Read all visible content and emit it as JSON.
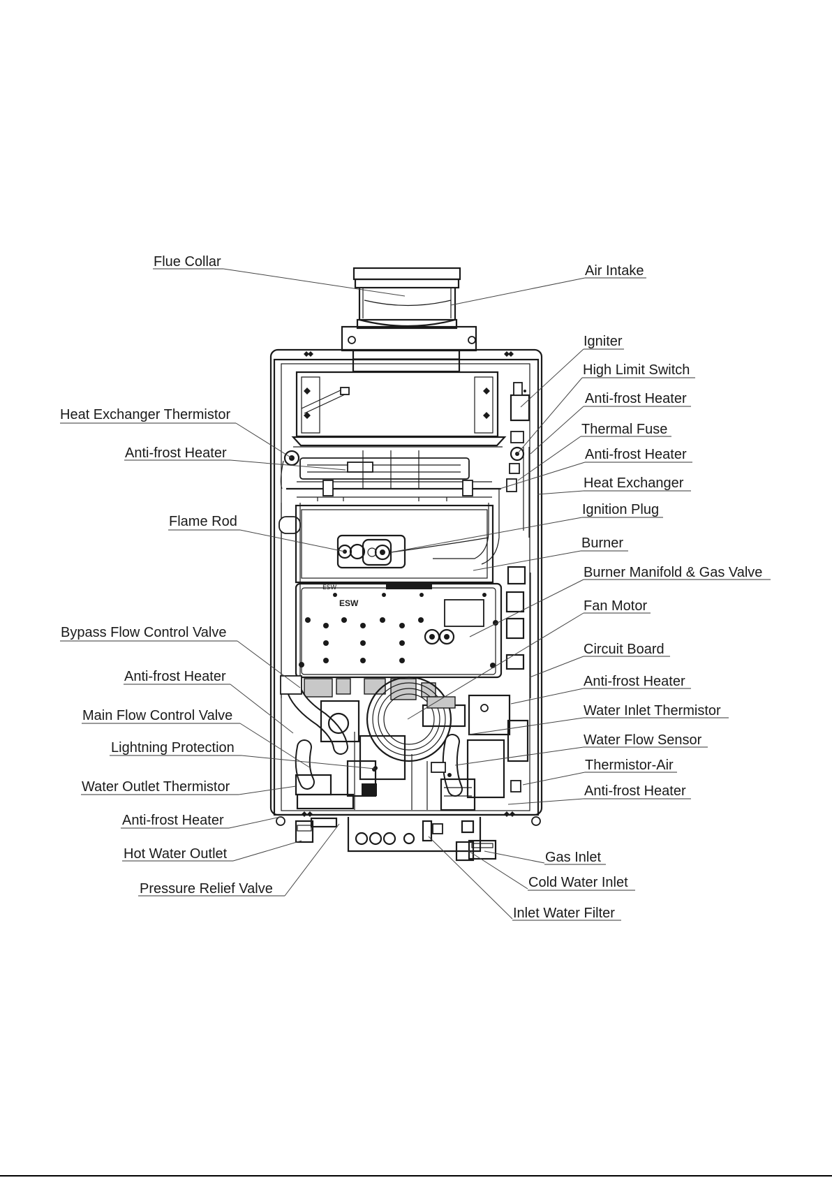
{
  "labels": {
    "flue_collar": "Flue Collar",
    "air_intake": "Air Intake",
    "igniter": "Igniter",
    "high_limit_switch": "High Limit Switch",
    "anti_frost_heater": "Anti-frost Heater",
    "thermal_fuse": "Thermal Fuse",
    "heat_exchanger": "Heat Exchanger",
    "ignition_plug": "Ignition Plug",
    "burner": "Burner",
    "burner_manifold_gas_valve": "Burner Manifold & Gas Valve",
    "fan_motor": "Fan Motor",
    "circuit_board": "Circuit Board",
    "water_inlet_thermistor": "Water Inlet Thermistor",
    "water_flow_sensor": "Water Flow Sensor",
    "thermistor_air": "Thermistor-Air",
    "heat_exchanger_thermistor": "Heat Exchanger Thermistor",
    "flame_rod": "Flame Rod",
    "bypass_flow_control_valve": "Bypass Flow Control Valve",
    "main_flow_control_valve": "Main Flow Control Valve",
    "lightning_protection": "Lightning Protection",
    "water_outlet_thermistor": "Water Outlet Thermistor",
    "hot_water_outlet": "Hot Water Outlet",
    "pressure_relief_valve": "Pressure Relief Valve",
    "gas_inlet": "Gas Inlet",
    "cold_water_inlet": "Cold Water Inlet",
    "inlet_water_filter": "Inlet Water Filter"
  },
  "board_text": {
    "esw": "ESW"
  }
}
